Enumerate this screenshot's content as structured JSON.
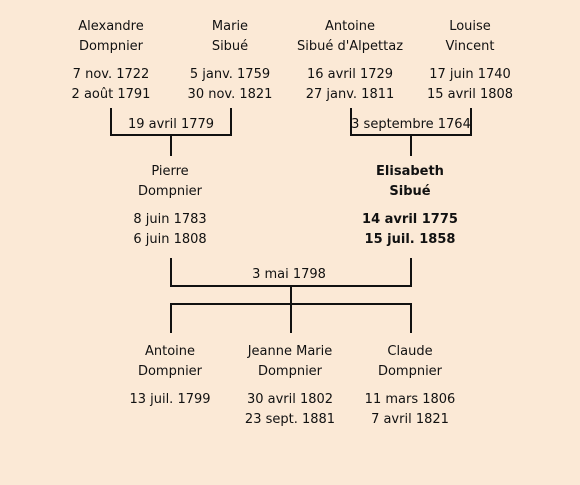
{
  "generation1": {
    "alexandre": {
      "first": "Alexandre",
      "last": "Dompnier",
      "birth": "7 nov. 1722",
      "death": "2 août 1791"
    },
    "marie": {
      "first": "Marie",
      "last": "Sibué",
      "birth": "5 janv. 1759",
      "death": "30 nov. 1821"
    },
    "antoine_sr": {
      "first": "Antoine",
      "last": "Sibué d'Alpettaz",
      "birth": "16 avril 1729",
      "death": "27 janv. 1811"
    },
    "louise": {
      "first": "Louise",
      "last": "Vincent",
      "birth": "17 juin 1740",
      "death": "15 avril 1808"
    },
    "marriage_left": "19 avril 1779",
    "marriage_right": "3 septembre 1764"
  },
  "generation2": {
    "pierre": {
      "first": "Pierre",
      "last": "Dompnier",
      "birth": "8 juin 1783",
      "death": "6 juin 1808"
    },
    "elisabeth": {
      "first": "Elisabeth",
      "last": "Sibué",
      "birth": "14 avril 1775",
      "death": "15 juil. 1858"
    },
    "marriage": "3 mai 1798"
  },
  "generation3": {
    "antoine": {
      "first": "Antoine",
      "last": "Dompnier",
      "birth": "13 juil. 1799",
      "death": ""
    },
    "jeanne_marie": {
      "first": "Jeanne Marie",
      "last": "Dompnier",
      "birth": "30 avril 1802",
      "death": "23 sept. 1881"
    },
    "claude": {
      "first": "Claude",
      "last": "Dompnier",
      "birth": "11 mars 1806",
      "death": "7 avril 1821"
    }
  },
  "colors": {
    "background": "#fbe9d6",
    "lines": "#111111"
  }
}
